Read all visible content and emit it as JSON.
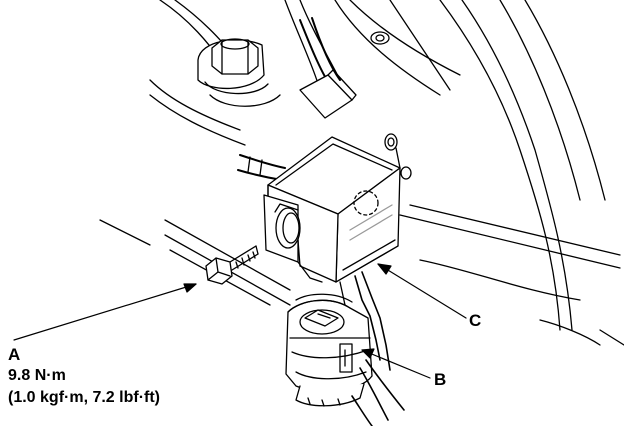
{
  "callouts": {
    "a": {
      "letter": "A",
      "torque_nm": "9.8 N·m",
      "torque_alt": "(1.0 kgf·m, 7.2 lbf·ft)"
    },
    "b": {
      "letter": "B"
    },
    "c": {
      "letter": "C"
    }
  },
  "colors": {
    "line": "#000000",
    "background": "#ffffff",
    "shade": "#9a9a9a"
  }
}
